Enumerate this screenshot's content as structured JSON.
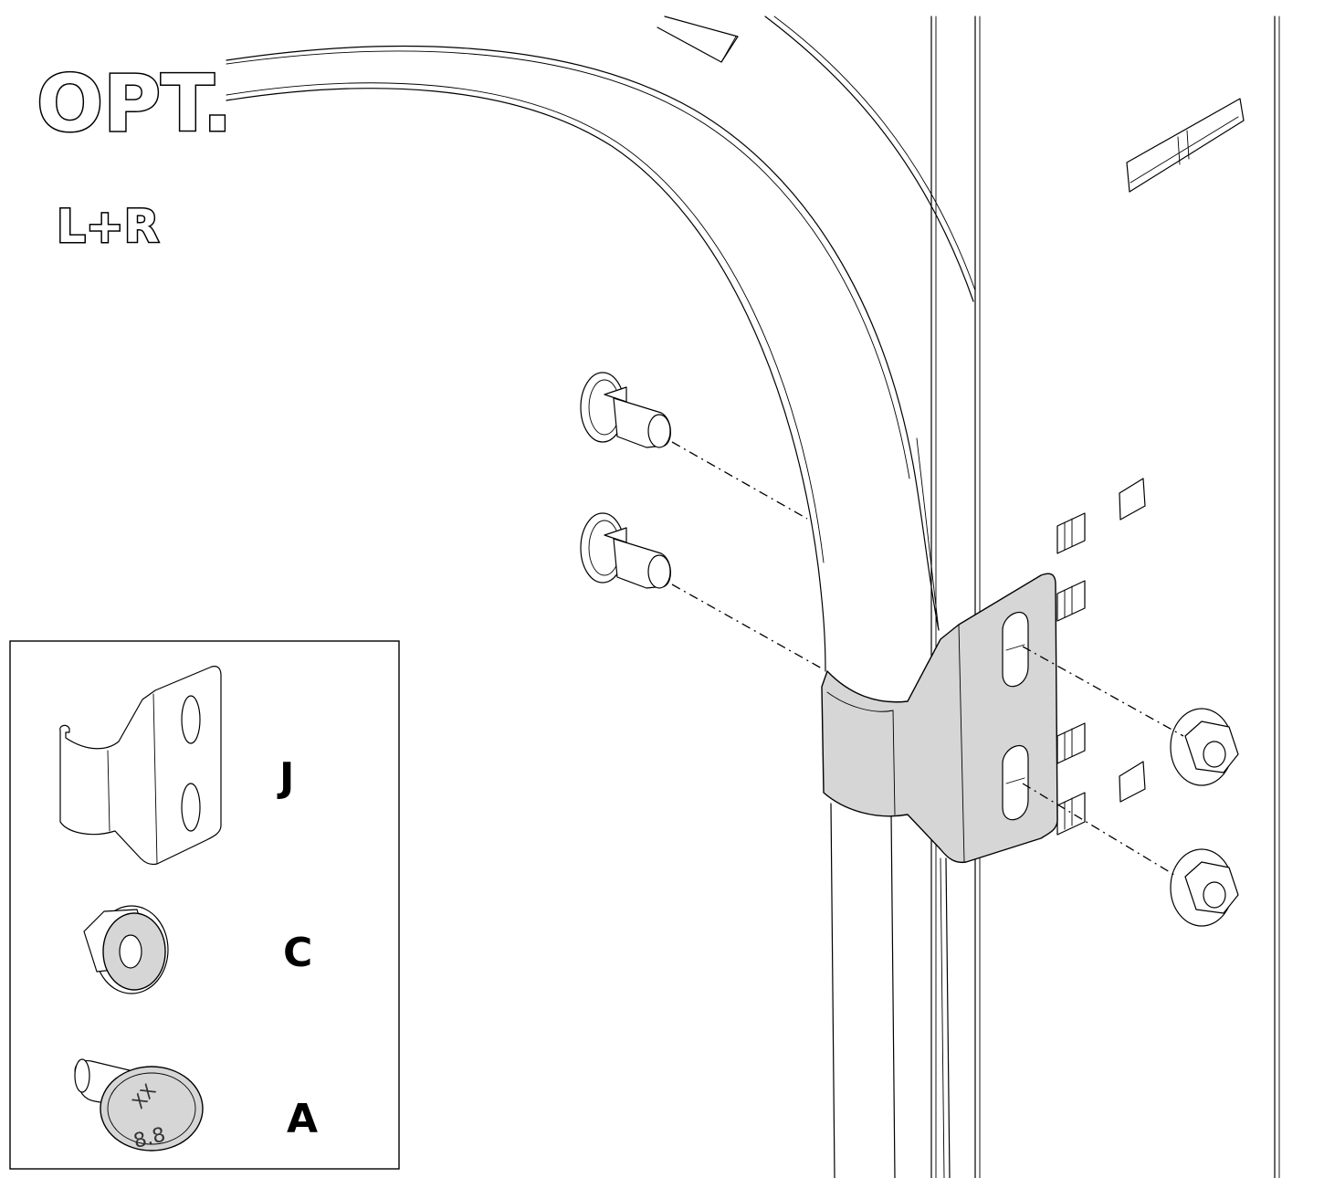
{
  "header": {
    "option_label": "OPT.",
    "side_label": "L+R"
  },
  "parts_legend": {
    "items": [
      {
        "letter": "J",
        "icon": "bracket-icon"
      },
      {
        "letter": "C",
        "icon": "flange-nut-icon"
      },
      {
        "letter": "A",
        "icon": "carriage-bolt-icon"
      }
    ],
    "bolt_head_mark": "XX",
    "bolt_grade": "8.8"
  },
  "colors": {
    "part_fill": "#d6d6d6",
    "line": "#000000",
    "background": "#ffffff"
  }
}
